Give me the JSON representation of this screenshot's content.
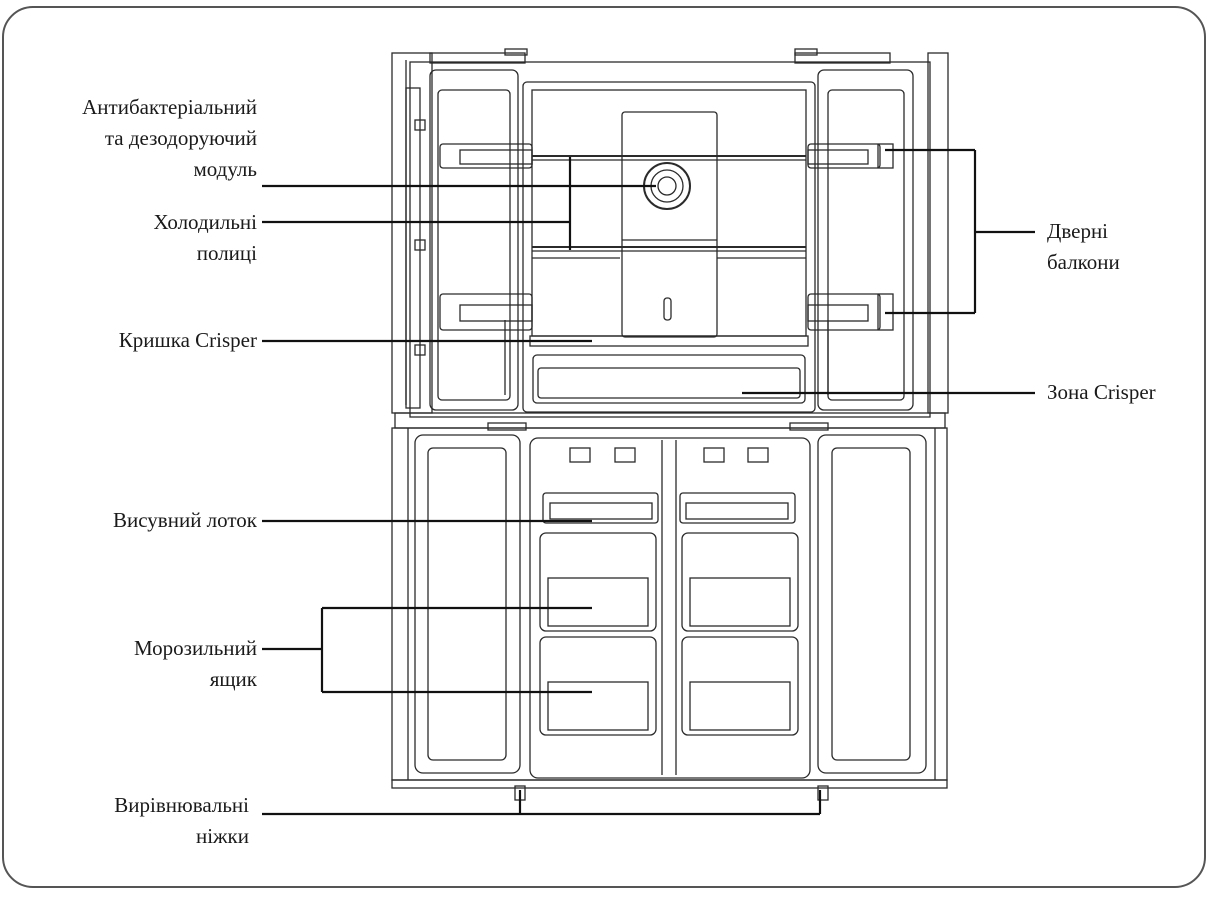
{
  "diagram": {
    "labels": {
      "antibacterial": [
        "Антибактеріальний",
        "та дезодоруючий",
        "модуль"
      ],
      "fridge_shelves": [
        "Холодильні",
        "полиці"
      ],
      "crisper_cover": [
        "Кришка Crisper"
      ],
      "pull_out_tray": [
        "Висувний лоток"
      ],
      "freezer_drawer": [
        "Морозильний",
        "ящик"
      ],
      "leveling_feet": [
        "Вирівнювальні",
        "ніжки"
      ],
      "door_balconies": [
        "Дверні",
        "балкони"
      ],
      "crisper_zone": [
        "Зона Crisper"
      ]
    }
  }
}
